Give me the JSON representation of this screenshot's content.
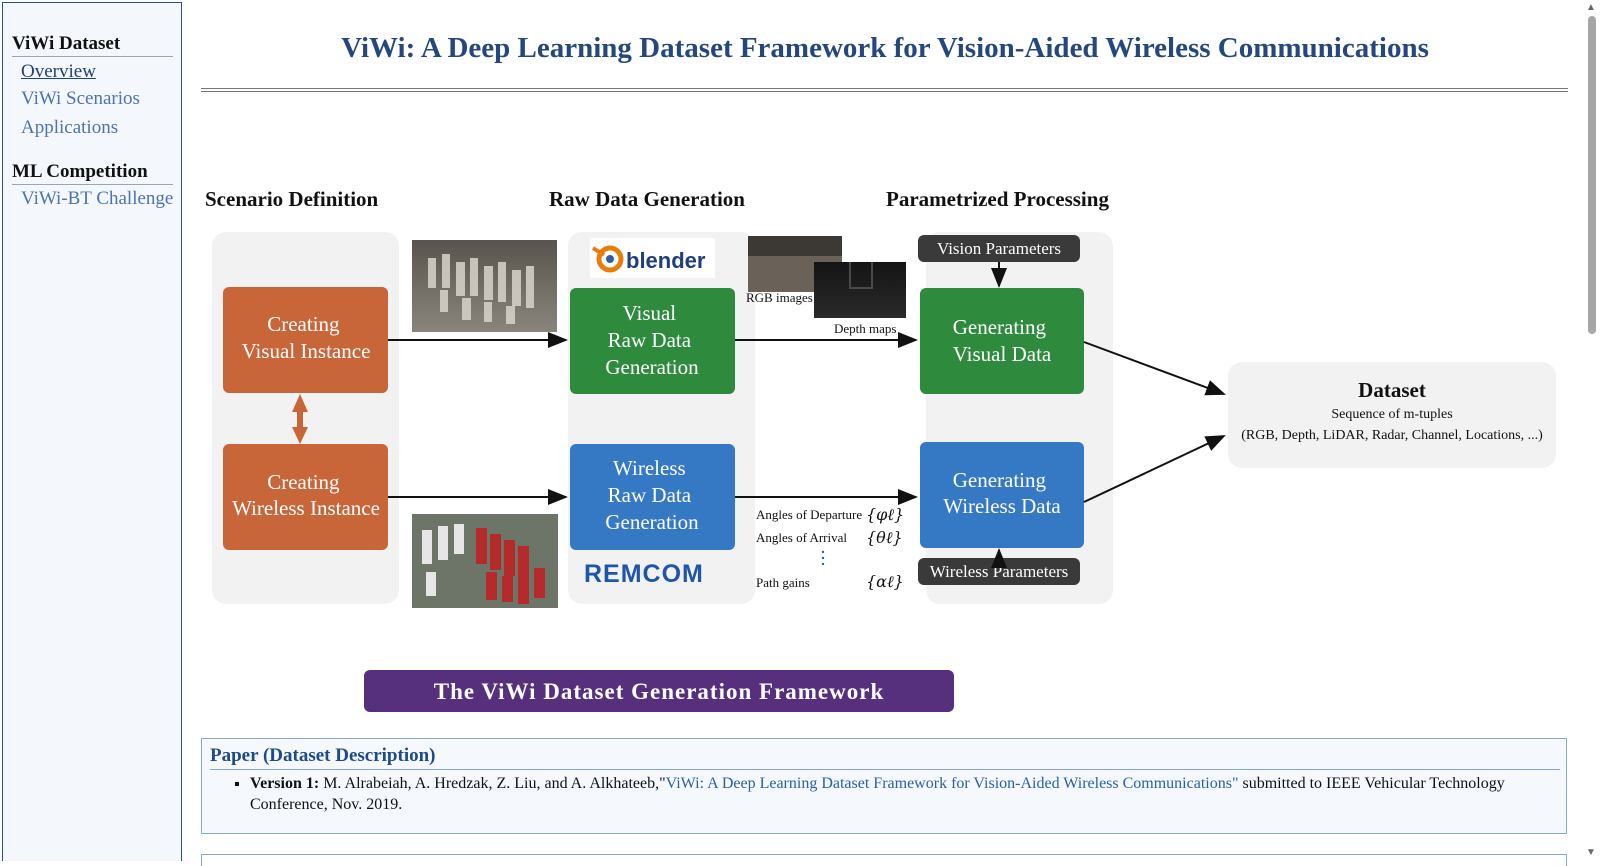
{
  "sidebar": {
    "sections": [
      {
        "heading": "ViWi Dataset",
        "items": [
          "Overview",
          "ViWi Scenarios",
          "Applications"
        ]
      },
      {
        "heading": "ML Competition",
        "items": [
          "ViWi-BT Challenge"
        ]
      }
    ],
    "active_item": "Overview"
  },
  "page": {
    "title": "ViWi: A Deep Learning Dataset Framework for Vision-Aided Wireless Communications"
  },
  "figure": {
    "stage_titles": [
      "Scenario Definition",
      "Raw Data Generation",
      "Parametrized Processing"
    ],
    "creating_visual": [
      "Creating",
      "Visual Instance"
    ],
    "creating_wireless": [
      "Creating",
      "Wireless Instance"
    ],
    "visual_raw": [
      "Visual",
      "Raw Data",
      "Generation"
    ],
    "wireless_raw": [
      "Wireless",
      "Raw Data",
      "Generation"
    ],
    "vision_parameters": "Vision Parameters",
    "wireless_parameters": "Wireless Parameters",
    "gen_visual": [
      "Generating",
      "Visual Data"
    ],
    "gen_wireless": [
      "Generating",
      "Wireless Data"
    ],
    "rgb_images": "RGB images",
    "depth_maps": "Depth maps",
    "angles_departure": "Angles of Departure",
    "angles_arrival": "Angles of Arrival",
    "path_gains": "Path gains",
    "sym_departure": "{φℓ}",
    "sym_arrival": "{θℓ}",
    "sym_gains": "{αℓ}",
    "dataset_title": "Dataset",
    "dataset_sub1": "Sequence of m-tuples",
    "dataset_sub2": "(RGB, Depth, LiDAR, Radar, Channel, Locations, ...)",
    "blender_logo": "blender",
    "remcom_logo": "REMCOM",
    "banner": "The ViWi Dataset Generation Framework",
    "colors": {
      "orange": "#c8663a",
      "green": "#2e8b3e",
      "blue": "#3579c4",
      "dark": "#3a3a3a",
      "purple": "#56307c",
      "panel": "#f2f2f2"
    }
  },
  "paper": {
    "heading": "Paper (Dataset Description)",
    "version_label": "Version 1:",
    "authors": "M. Alrabeiah, A. Hredzak, Z. Liu, and A. Alkhateeb,\"",
    "link_text": "ViWi: A Deep Learning Dataset Framework for Vision-Aided Wireless Communications\"",
    "tail": " submitted to IEEE Vehicular Technology Conference, Nov. 2019."
  }
}
